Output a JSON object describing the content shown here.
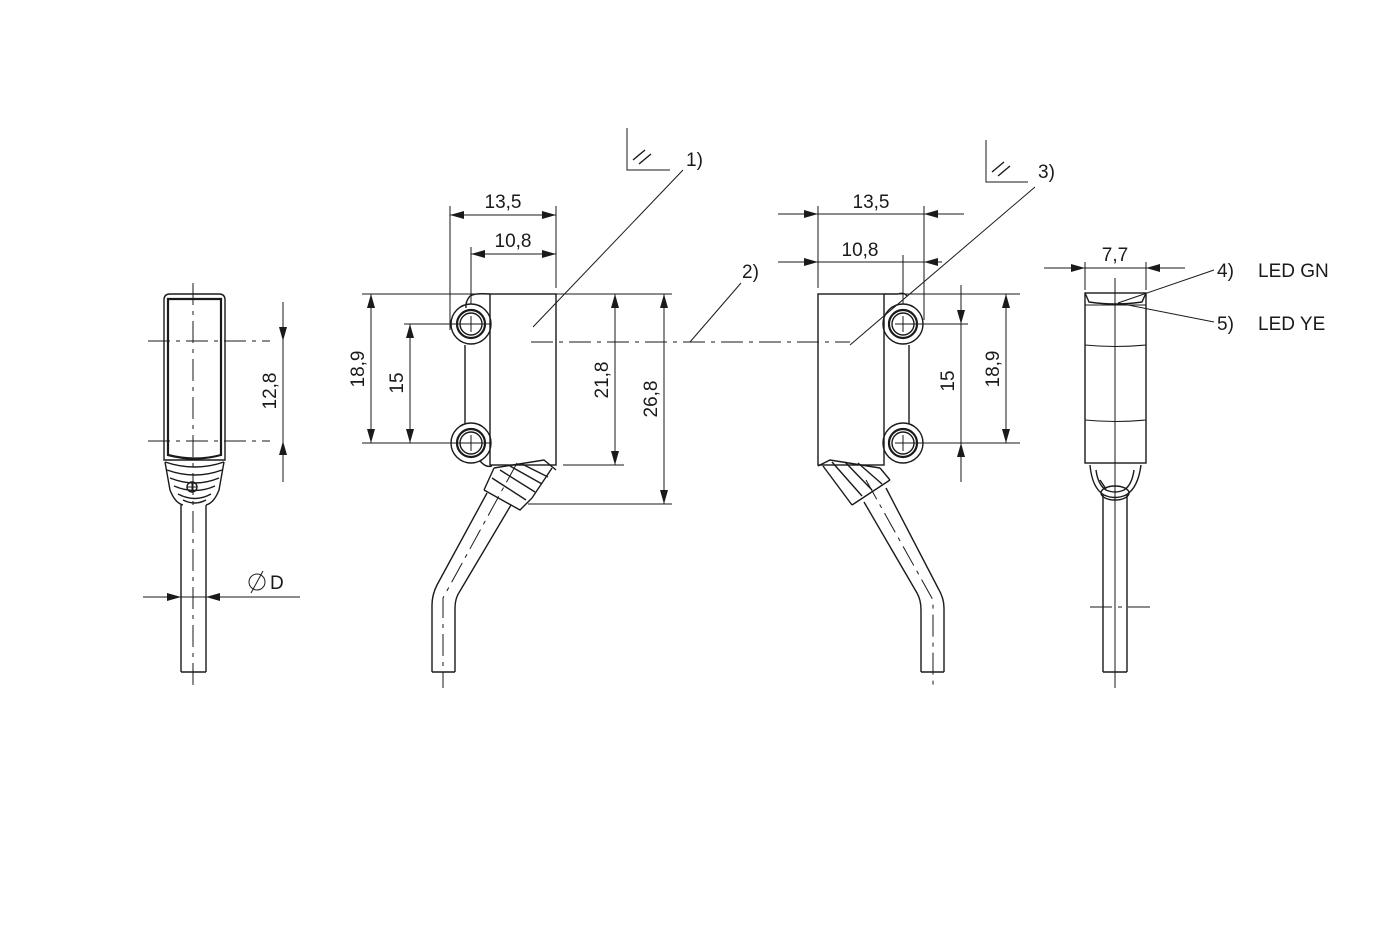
{
  "drawing": {
    "units": "mm",
    "side_view_left": {
      "height_dim": "12,8",
      "cable_diameter": "D",
      "diameter_symbol": "Ø"
    },
    "front_view_1": {
      "width_outer": "13,5",
      "width_hole": "10,8",
      "height_18": "18,9",
      "hole_spacing": "15",
      "height_body": "21,8",
      "height_total": "26,8"
    },
    "front_view_2": {
      "width_outer": "13,5",
      "width_hole": "10,8",
      "hole_spacing": "15",
      "height_18": "18,9"
    },
    "side_view_right": {
      "width": "7,7"
    },
    "callouts": [
      {
        "id": "1)",
        "text": ""
      },
      {
        "id": "2)",
        "text": ""
      },
      {
        "id": "3)",
        "text": ""
      },
      {
        "id": "4)",
        "text": "LED GN"
      },
      {
        "id": "5)",
        "text": "LED YE"
      }
    ],
    "colors": {
      "line": "#1a1a1a",
      "background": "#ffffff"
    }
  }
}
